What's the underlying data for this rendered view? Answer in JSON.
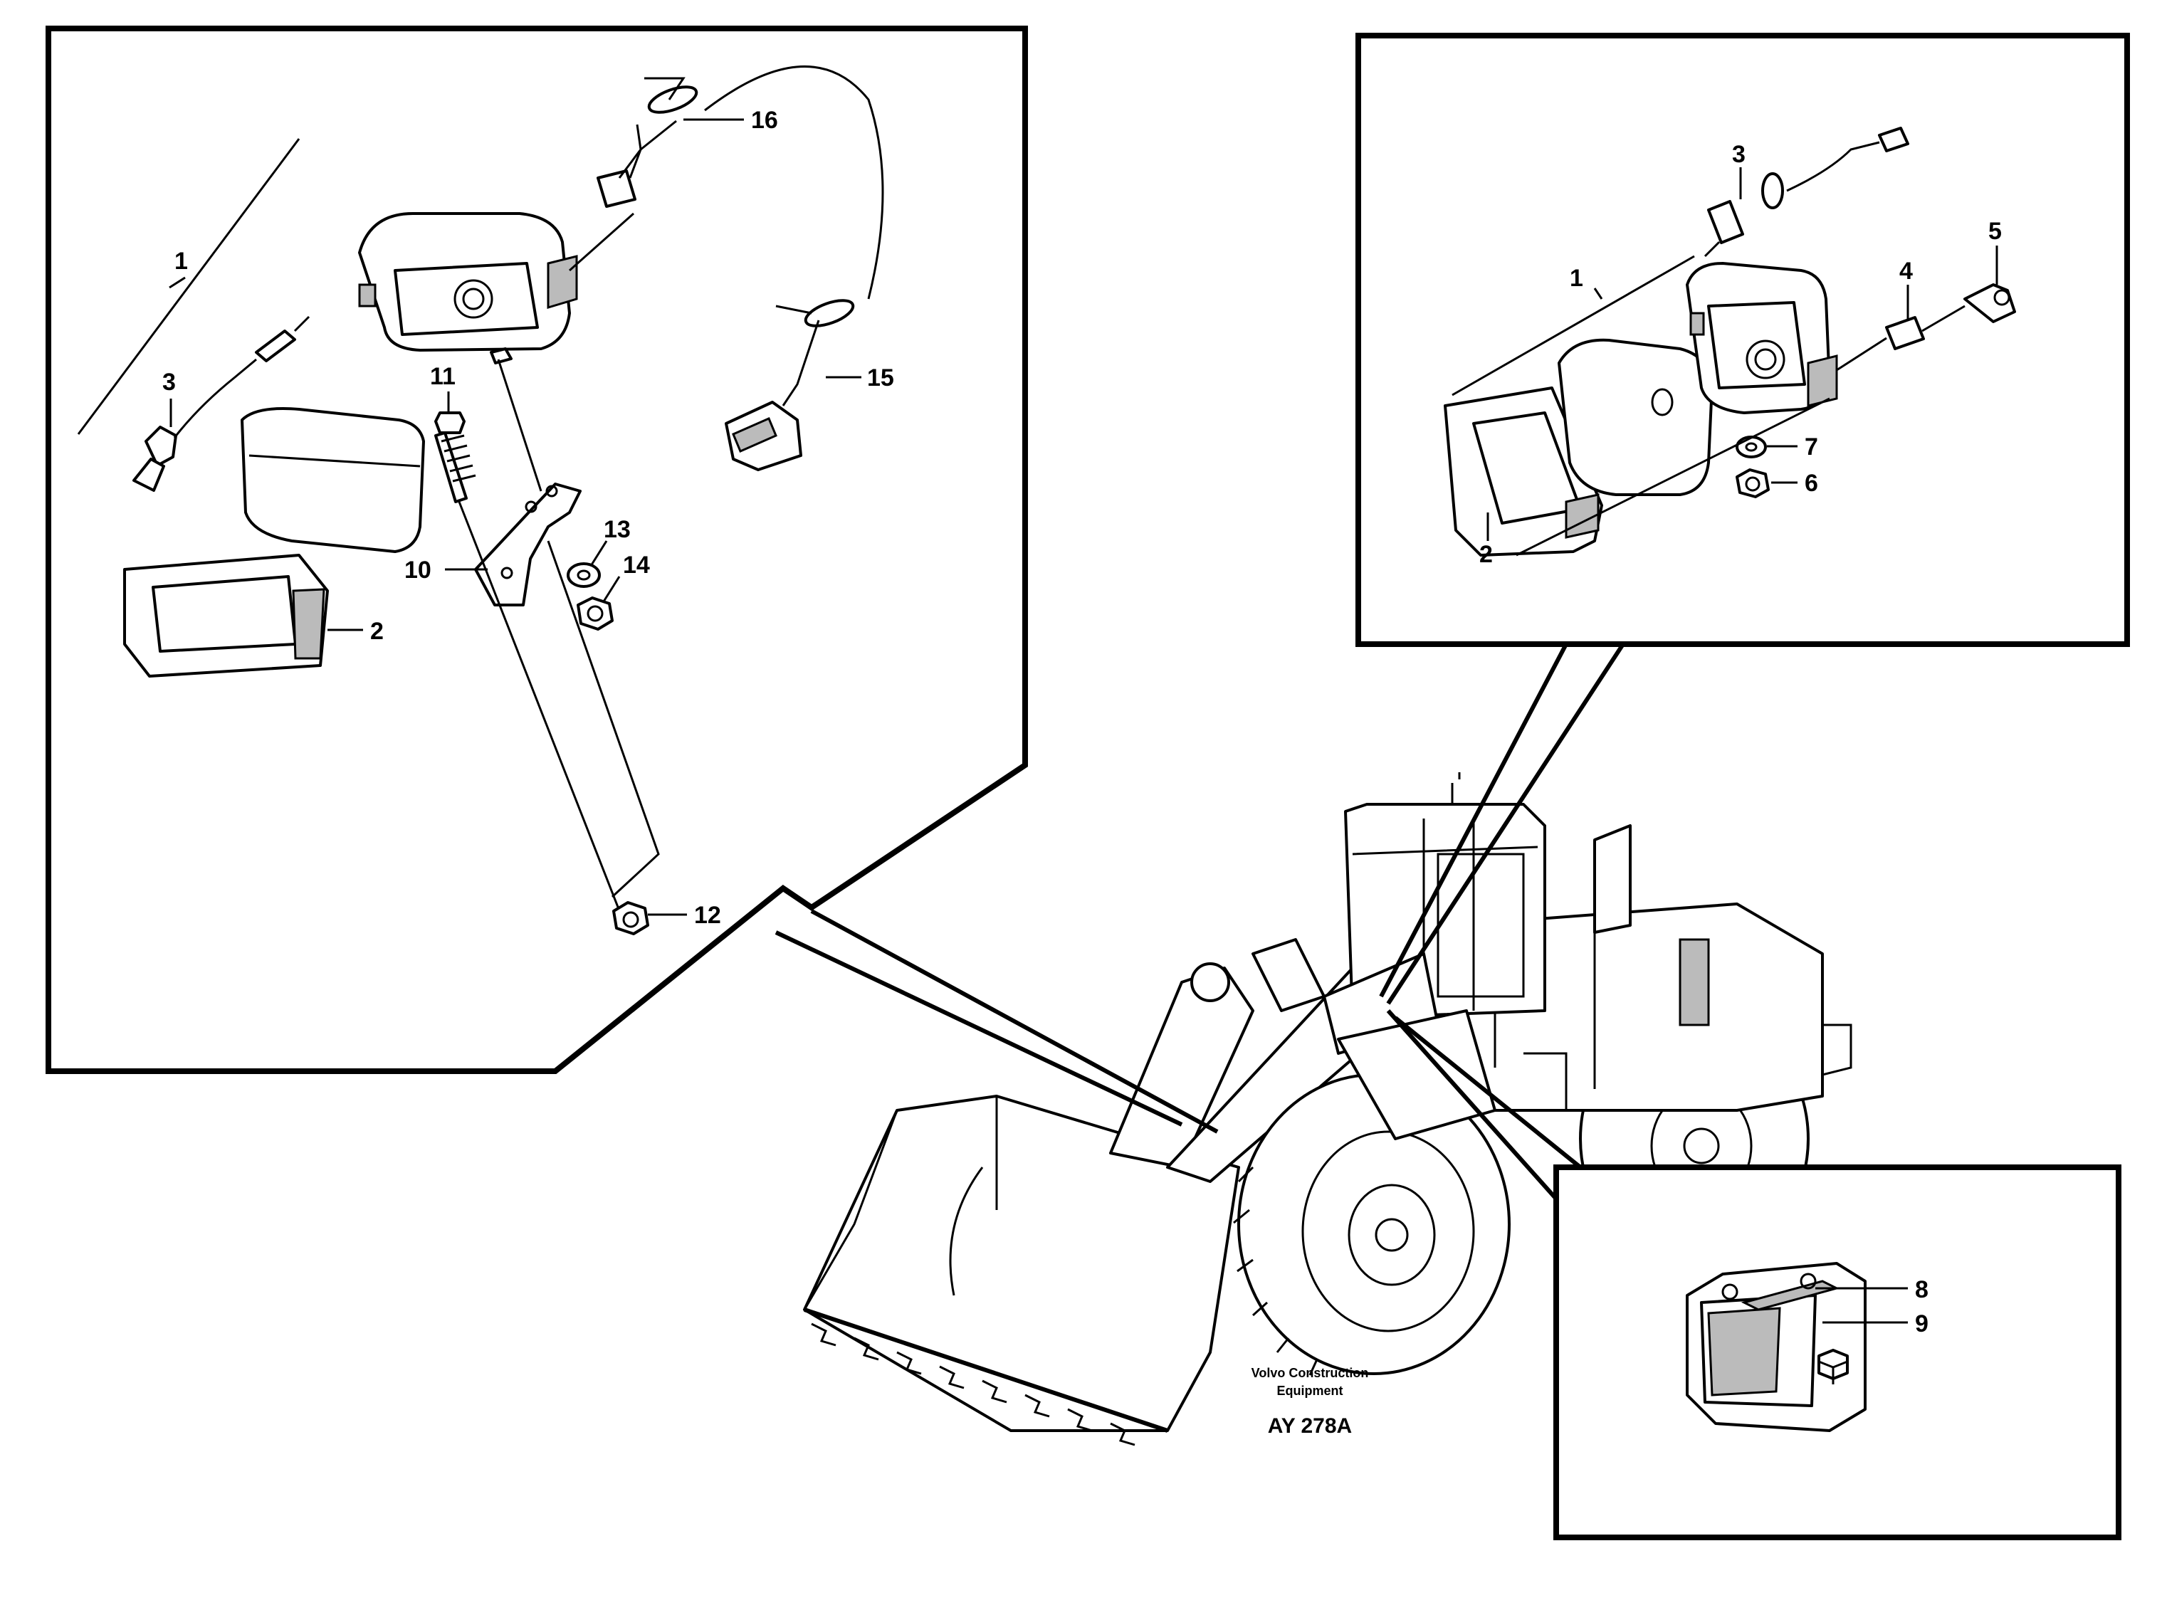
{
  "detail_left": {
    "callouts": {
      "c1": "1",
      "c2": "2",
      "c3": "3",
      "c10": "10",
      "c11": "11",
      "c12": "12",
      "c13": "13",
      "c14": "14",
      "c15": "15",
      "c16": "16"
    }
  },
  "detail_top_right": {
    "callouts": {
      "c1": "1",
      "c2": "2",
      "c3": "3",
      "c4": "4",
      "c5": "5",
      "c6": "6",
      "c7": "7"
    }
  },
  "detail_bottom_right": {
    "callouts": {
      "c8": "8",
      "c9": "9"
    }
  },
  "caption": {
    "brand_line1": "Volvo Construction",
    "brand_line2": "Equipment",
    "figure_code": "AY 278A"
  }
}
